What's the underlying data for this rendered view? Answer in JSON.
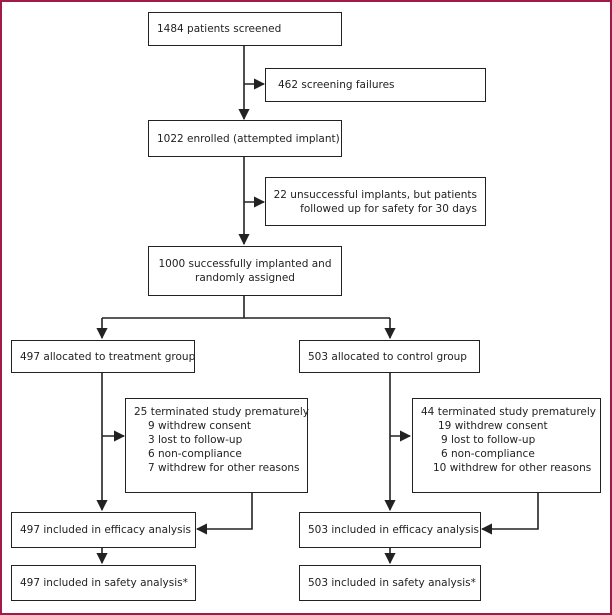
{
  "screened": "1484 patients screened",
  "screen_fail": "462 screening failures",
  "enrolled": "1022 enrolled (attempted implant)",
  "unsuccessful": {
    "line1": "22 unsuccessful implants, but patients",
    "line2": "followed up for safety for 30 days"
  },
  "assigned": {
    "line1": "1000 successfully implanted and",
    "line2": "randomly assigned"
  },
  "treatment": {
    "allocated": "497 allocated to treatment group",
    "terminated": {
      "title": "25 terminated study prematurely",
      "items": [
        "9 withdrew consent",
        "3 lost to follow-up",
        "6 non-compliance",
        "7 withdrew for other reasons"
      ]
    },
    "efficacy": "497 included in efficacy analysis",
    "safety": "497 included in safety analysis*"
  },
  "control": {
    "allocated": "503 allocated to control group",
    "terminated": {
      "title": "44 terminated study prematurely",
      "items": [
        "19 withdrew consent",
        "9 lost to follow-up",
        "6 non-compliance",
        "10 withdrew for other reasons"
      ]
    },
    "efficacy": "503 included in efficacy analysis",
    "safety": "503 included in safety analysis*"
  },
  "colors": {
    "frame": "#a01c46",
    "lines": "#222222"
  }
}
